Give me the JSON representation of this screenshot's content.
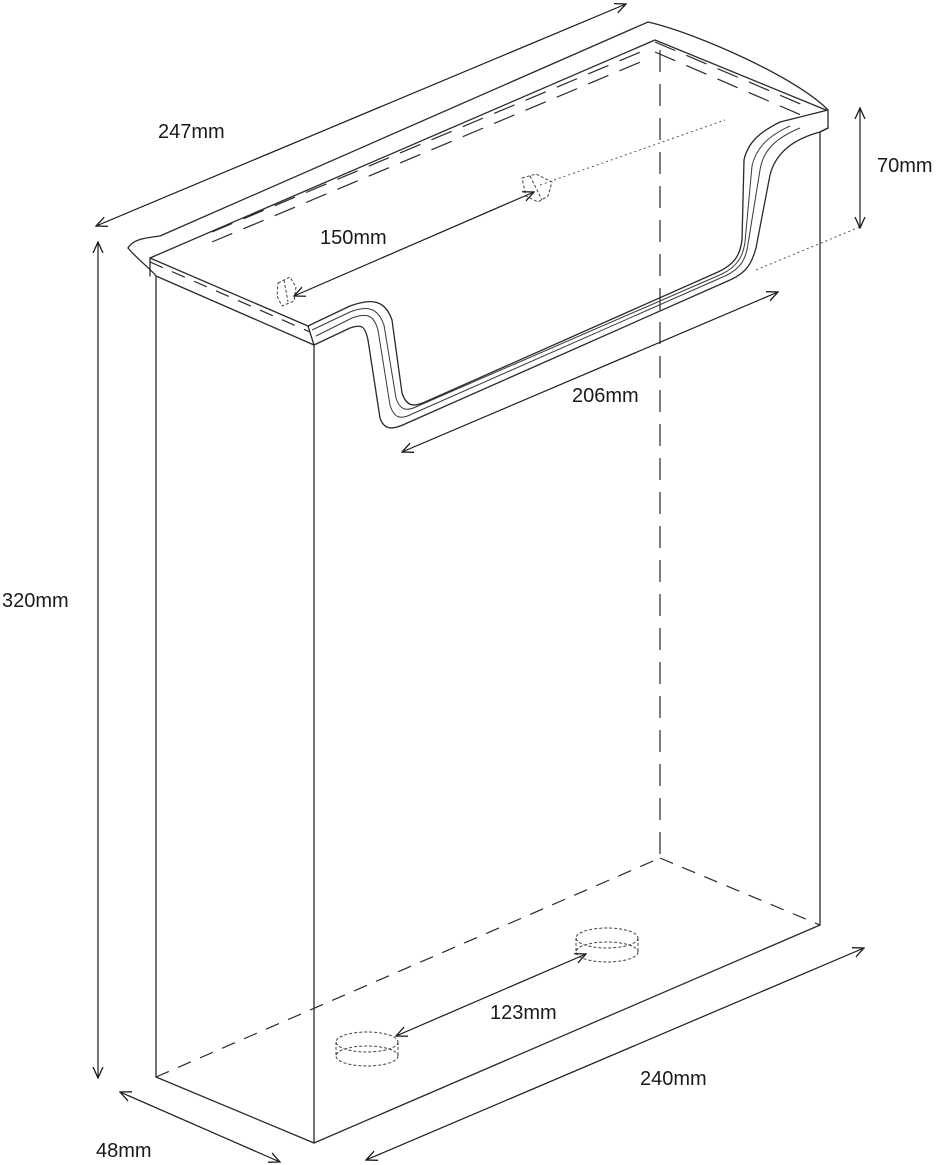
{
  "dimensions": {
    "depth_top": "247mm",
    "mount_spacing_top": "150mm",
    "cutout_depth": "70mm",
    "cutout_width": "206mm",
    "height": "320mm",
    "drain_spacing": "123mm",
    "width_bottom": "240mm",
    "depth_bottom": "48mm"
  },
  "colors": {
    "line": "#2a2a2a",
    "background": "#ffffff"
  }
}
